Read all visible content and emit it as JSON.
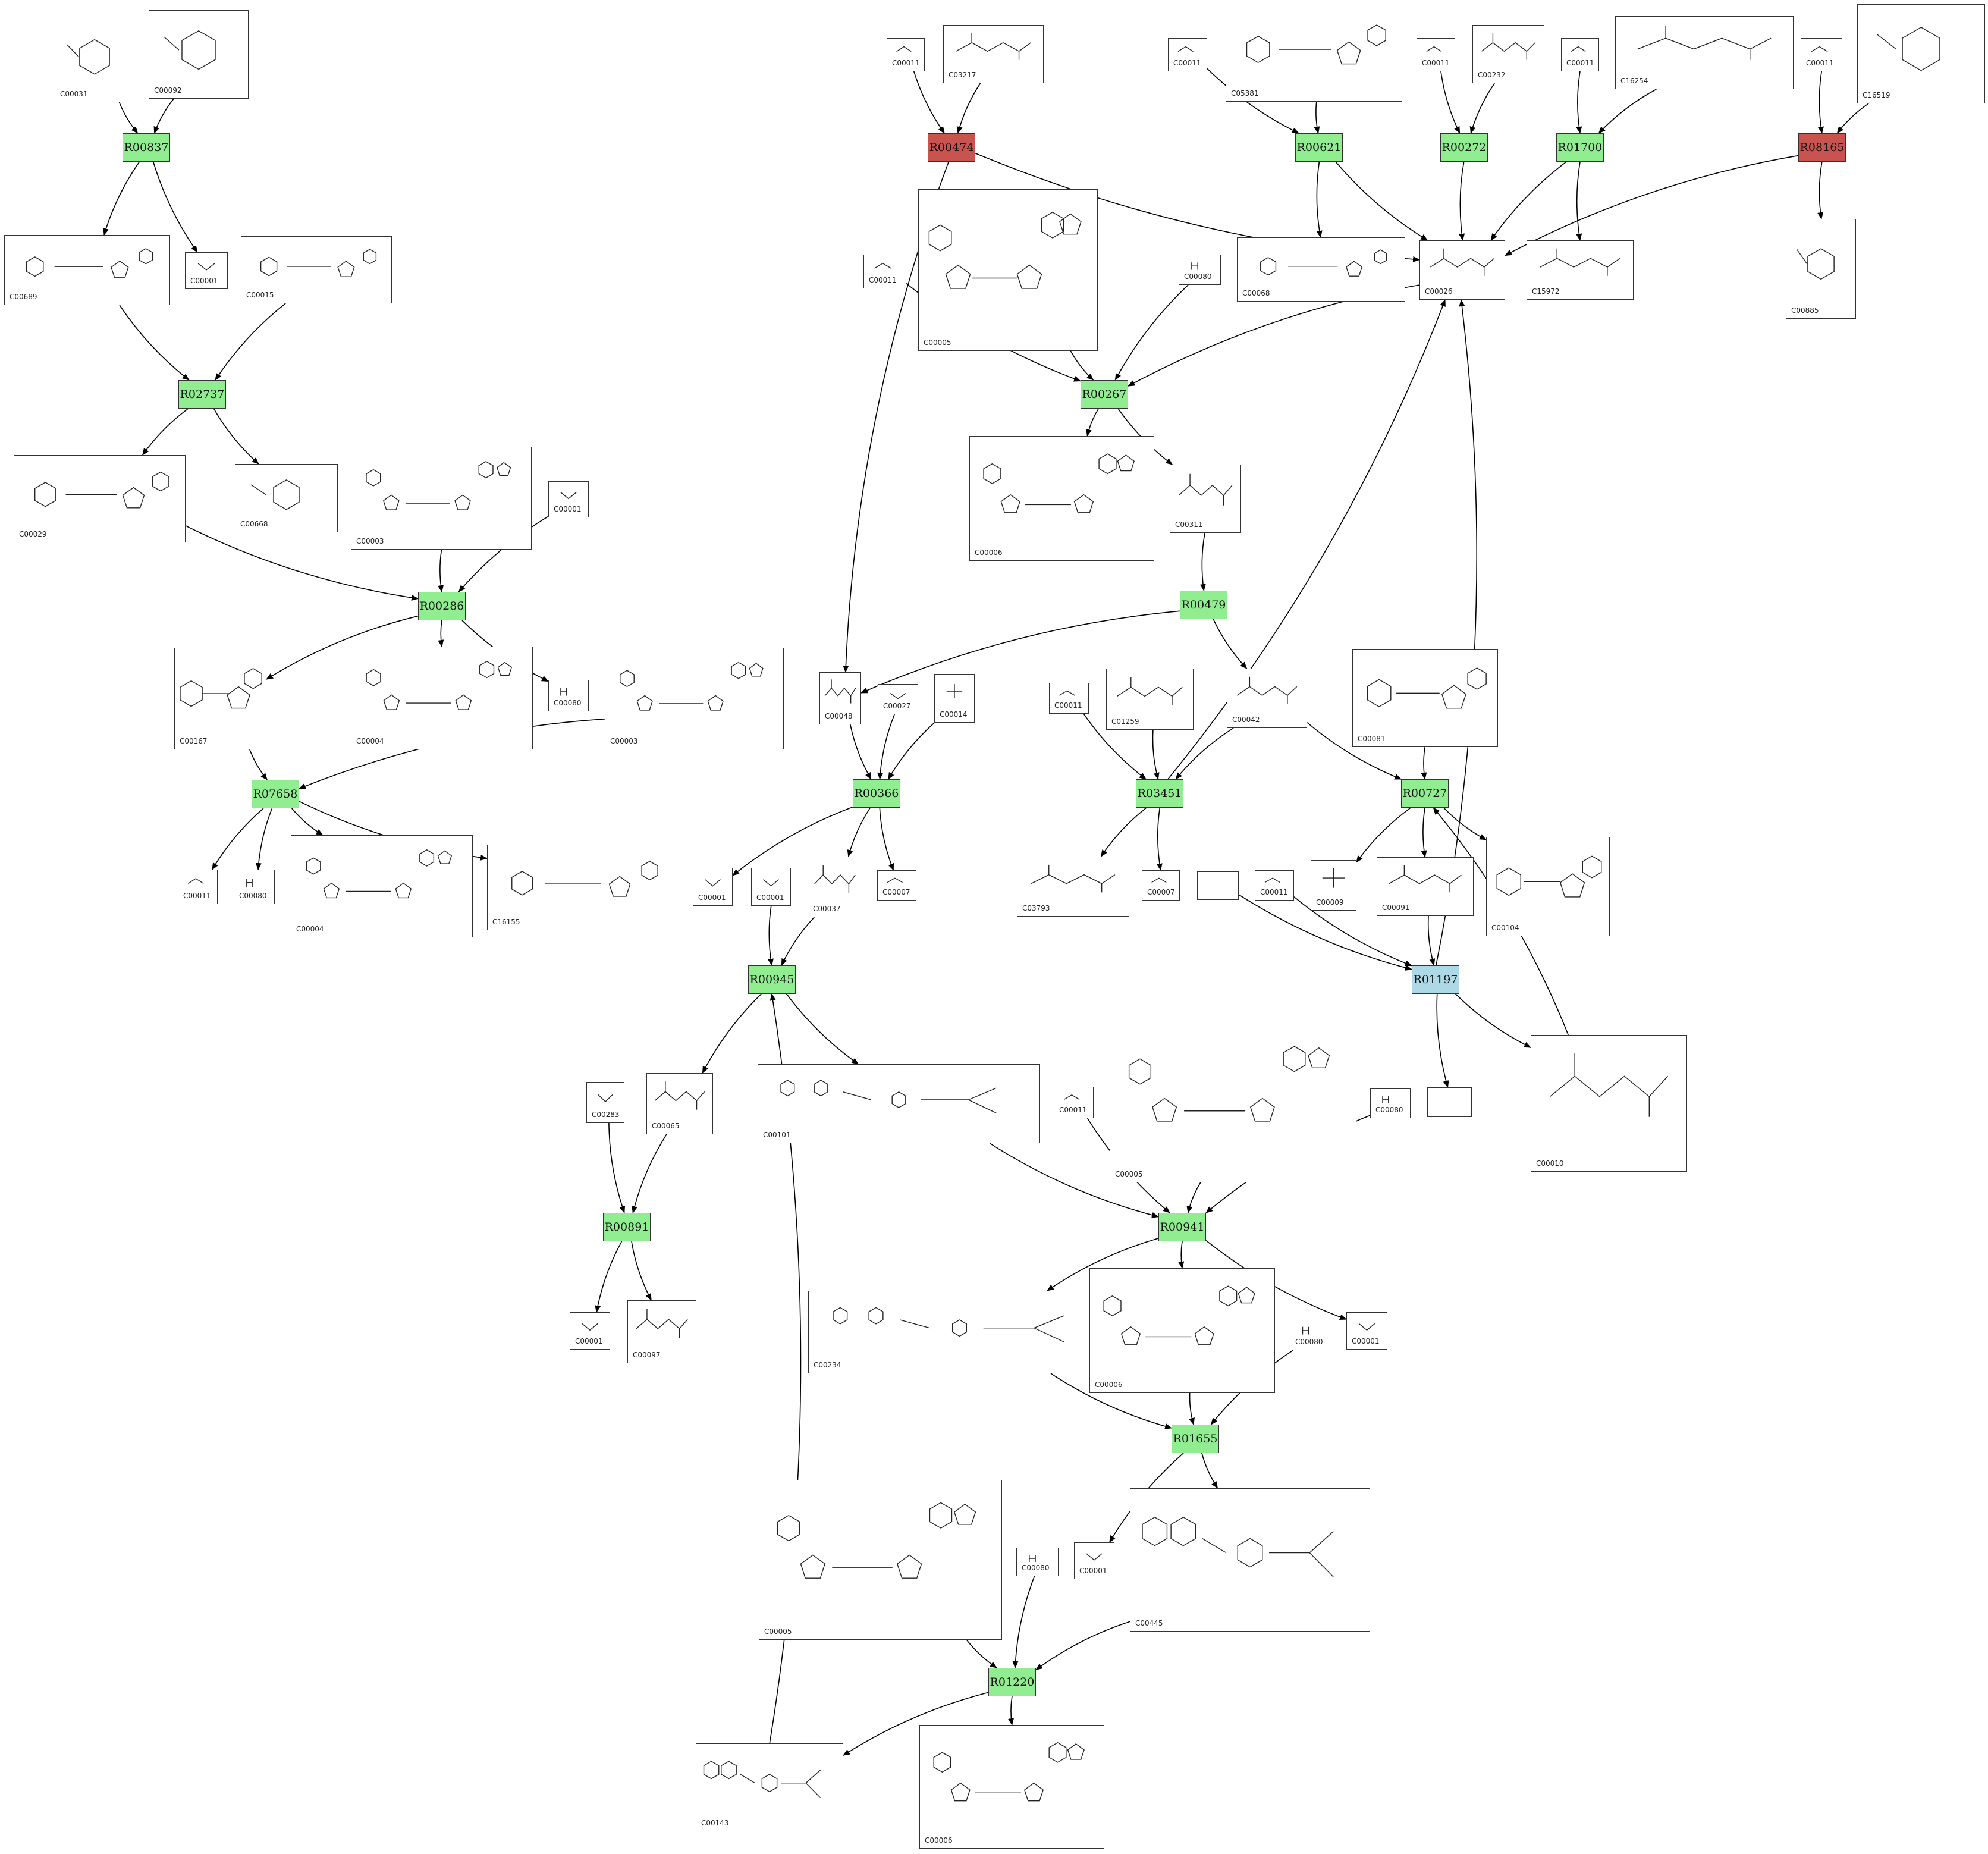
{
  "colors": {
    "reaction_green": "#90EE90",
    "reaction_red": "#C8534F",
    "reaction_blue": "#ADD8E6",
    "edge": "#000000",
    "border": "#333333"
  },
  "reactions": [
    {
      "id": "R00837",
      "label": "R00837",
      "status": "green"
    },
    {
      "id": "R02737",
      "label": "R02737",
      "status": "green"
    },
    {
      "id": "R00286",
      "label": "R00286",
      "status": "green"
    },
    {
      "id": "R07658",
      "label": "R07658",
      "status": "green"
    },
    {
      "id": "R00474",
      "label": "R00474",
      "status": "red"
    },
    {
      "id": "R00621",
      "label": "R00621",
      "status": "green"
    },
    {
      "id": "R00272",
      "label": "R00272",
      "status": "green"
    },
    {
      "id": "R01700",
      "label": "R01700",
      "status": "green"
    },
    {
      "id": "R08165",
      "label": "R08165",
      "status": "red"
    },
    {
      "id": "R00267",
      "label": "R00267",
      "status": "green"
    },
    {
      "id": "R00479",
      "label": "R00479",
      "status": "green"
    },
    {
      "id": "R00366",
      "label": "R00366",
      "status": "green"
    },
    {
      "id": "R03451",
      "label": "R03451",
      "status": "green"
    },
    {
      "id": "R00727",
      "label": "R00727",
      "status": "green"
    },
    {
      "id": "R01197",
      "label": "R01197",
      "status": "blue"
    },
    {
      "id": "R00945",
      "label": "R00945",
      "status": "green"
    },
    {
      "id": "R00891",
      "label": "R00891",
      "status": "green"
    },
    {
      "id": "R00941",
      "label": "R00941",
      "status": "green"
    },
    {
      "id": "R01655",
      "label": "R01655",
      "status": "green"
    },
    {
      "id": "R01220",
      "label": "R01220",
      "status": "green"
    }
  ],
  "compounds": [
    {
      "id": "c31",
      "label": "C00031",
      "struct": "sugar"
    },
    {
      "id": "c92",
      "label": "C00092",
      "struct": "sugarP"
    },
    {
      "id": "c689",
      "label": "C00689",
      "struct": "disaccharideP"
    },
    {
      "id": "c1a",
      "label": "C00001",
      "struct": "water"
    },
    {
      "id": "c15",
      "label": "C00015",
      "struct": "nucleotide"
    },
    {
      "id": "c29",
      "label": "C00029",
      "struct": "nucleotide"
    },
    {
      "id": "c668",
      "label": "C00668",
      "struct": "sugarP"
    },
    {
      "id": "c3a",
      "label": "C00003",
      "struct": "nad"
    },
    {
      "id": "c1b",
      "label": "C00001",
      "struct": "water"
    },
    {
      "id": "c167",
      "label": "C00167",
      "struct": "nucleotide"
    },
    {
      "id": "c4a",
      "label": "C00004",
      "struct": "nad"
    },
    {
      "id": "c80a",
      "label": "C00080",
      "struct": "proton"
    },
    {
      "id": "c3b",
      "label": "C00003",
      "struct": "nad"
    },
    {
      "id": "c11a",
      "label": "C00011",
      "struct": "co2"
    },
    {
      "id": "c80b",
      "label": "C00080",
      "struct": "proton"
    },
    {
      "id": "c4b",
      "label": "C00004",
      "struct": "nad"
    },
    {
      "id": "c16155",
      "label": "C16155",
      "struct": "nucleotide"
    },
    {
      "id": "c11b",
      "label": "C00011",
      "struct": "co2"
    },
    {
      "id": "c3217",
      "label": "C03217",
      "struct": "acid"
    },
    {
      "id": "c11c",
      "label": "C00011",
      "struct": "co2"
    },
    {
      "id": "c5381",
      "label": "C05381",
      "struct": "thiamine"
    },
    {
      "id": "c11d",
      "label": "C00011",
      "struct": "co2"
    },
    {
      "id": "c232",
      "label": "C00232",
      "struct": "acid"
    },
    {
      "id": "c11e",
      "label": "C00011",
      "struct": "co2"
    },
    {
      "id": "c16254",
      "label": "C16254",
      "struct": "chain"
    },
    {
      "id": "c11f",
      "label": "C00011",
      "struct": "co2"
    },
    {
      "id": "c16519",
      "label": "C16519",
      "struct": "ring"
    },
    {
      "id": "c68",
      "label": "C00068",
      "struct": "thiamine"
    },
    {
      "id": "c26",
      "label": "C00026",
      "struct": "acid"
    },
    {
      "id": "c15972",
      "label": "C15972",
      "struct": "chain"
    },
    {
      "id": "c885",
      "label": "C00885",
      "struct": "ring"
    },
    {
      "id": "c11g",
      "label": "C00011",
      "struct": "co2"
    },
    {
      "id": "c5a",
      "label": "C00005",
      "struct": "nad"
    },
    {
      "id": "c80c",
      "label": "C00080",
      "struct": "proton"
    },
    {
      "id": "c6a",
      "label": "C00006",
      "struct": "nad"
    },
    {
      "id": "c311",
      "label": "C00311",
      "struct": "acid"
    },
    {
      "id": "c48",
      "label": "C00048",
      "struct": "small"
    },
    {
      "id": "c27",
      "label": "C00027",
      "struct": "peroxide"
    },
    {
      "id": "c14",
      "label": "C00014",
      "struct": "ammonia"
    },
    {
      "id": "c11h",
      "label": "C00011",
      "struct": "co2"
    },
    {
      "id": "c1259",
      "label": "C01259",
      "struct": "acid"
    },
    {
      "id": "c42",
      "label": "C00042",
      "struct": "acid"
    },
    {
      "id": "c81",
      "label": "C00081",
      "struct": "nucleotide"
    },
    {
      "id": "c1c",
      "label": "C00001",
      "struct": "water"
    },
    {
      "id": "c1d",
      "label": "C00001",
      "struct": "water"
    },
    {
      "id": "c37",
      "label": "C00037",
      "struct": "small"
    },
    {
      "id": "c7a",
      "label": "C00007",
      "struct": "oxygen"
    },
    {
      "id": "c3793",
      "label": "C03793",
      "struct": "chain"
    },
    {
      "id": "c7b",
      "label": "C00007",
      "struct": "oxygen"
    },
    {
      "id": "empty1",
      "label": "",
      "struct": "none"
    },
    {
      "id": "c11i",
      "label": "C00011",
      "struct": "co2"
    },
    {
      "id": "c9",
      "label": "C00009",
      "struct": "phosphate"
    },
    {
      "id": "c91",
      "label": "C00091",
      "struct": "coa"
    },
    {
      "id": "c104",
      "label": "C00104",
      "struct": "nucleotide"
    },
    {
      "id": "c101",
      "label": "C00101",
      "struct": "folate"
    },
    {
      "id": "c283",
      "label": "C00283",
      "struct": "h2s"
    },
    {
      "id": "c65",
      "label": "C00065",
      "struct": "small"
    },
    {
      "id": "c5b",
      "label": "C00005",
      "struct": "nad"
    },
    {
      "id": "c11j",
      "label": "C00011",
      "struct": "co2"
    },
    {
      "id": "c80d",
      "label": "C00080",
      "struct": "proton"
    },
    {
      "id": "empty2",
      "label": "",
      "struct": "none"
    },
    {
      "id": "c10",
      "label": "C00010",
      "struct": "coa"
    },
    {
      "id": "c1e",
      "label": "C00001",
      "struct": "water"
    },
    {
      "id": "c97",
      "label": "C00097",
      "struct": "small"
    },
    {
      "id": "c234",
      "label": "C00234",
      "struct": "folate"
    },
    {
      "id": "c6b",
      "label": "C00006",
      "struct": "nad"
    },
    {
      "id": "c80e",
      "label": "C00080",
      "struct": "proton"
    },
    {
      "id": "c1f",
      "label": "C00001",
      "struct": "water"
    },
    {
      "id": "c5c",
      "label": "C00005",
      "struct": "nad"
    },
    {
      "id": "c80f",
      "label": "C00080",
      "struct": "proton"
    },
    {
      "id": "c1g",
      "label": "C00001",
      "struct": "water"
    },
    {
      "id": "c445",
      "label": "C00445",
      "struct": "folate"
    },
    {
      "id": "c143",
      "label": "C00143",
      "struct": "folate"
    },
    {
      "id": "c6c",
      "label": "C00006",
      "struct": "nad"
    }
  ],
  "edges": [
    [
      "c31",
      "R00837"
    ],
    [
      "c92",
      "R00837"
    ],
    [
      "R00837",
      "c689"
    ],
    [
      "R00837",
      "c1a"
    ],
    [
      "c689",
      "R02737"
    ],
    [
      "c15",
      "R02737"
    ],
    [
      "R02737",
      "c29"
    ],
    [
      "R02737",
      "c668"
    ],
    [
      "c29",
      "R00286"
    ],
    [
      "c3a",
      "R00286"
    ],
    [
      "c1b",
      "R00286"
    ],
    [
      "R00286",
      "c167"
    ],
    [
      "R00286",
      "c4a"
    ],
    [
      "R00286",
      "c80a"
    ],
    [
      "c167",
      "R07658"
    ],
    [
      "c3b",
      "R07658"
    ],
    [
      "R07658",
      "c11a"
    ],
    [
      "R07658",
      "c80b"
    ],
    [
      "R07658",
      "c4b"
    ],
    [
      "R07658",
      "c16155"
    ],
    [
      "c11b",
      "R00474"
    ],
    [
      "c3217",
      "R00474"
    ],
    [
      "R00474",
      "c26"
    ],
    [
      "R00474",
      "c48"
    ],
    [
      "c11c",
      "R00621"
    ],
    [
      "c5381",
      "R00621"
    ],
    [
      "R00621",
      "c68"
    ],
    [
      "R00621",
      "c26"
    ],
    [
      "c11d",
      "R00272"
    ],
    [
      "c232",
      "R00272"
    ],
    [
      "R00272",
      "c26"
    ],
    [
      "c11e",
      "R01700"
    ],
    [
      "c16254",
      "R01700"
    ],
    [
      "R01700",
      "c26"
    ],
    [
      "R01700",
      "c15972"
    ],
    [
      "c11f",
      "R08165"
    ],
    [
      "c16519",
      "R08165"
    ],
    [
      "R08165",
      "c26"
    ],
    [
      "R08165",
      "c885"
    ],
    [
      "c11g",
      "R00267"
    ],
    [
      "c5a",
      "R00267"
    ],
    [
      "c80c",
      "R00267"
    ],
    [
      "c26",
      "R00267"
    ],
    [
      "R00267",
      "c6a"
    ],
    [
      "R00267",
      "c311"
    ],
    [
      "c311",
      "R00479"
    ],
    [
      "R00479",
      "c48"
    ],
    [
      "R00479",
      "c42"
    ],
    [
      "c48",
      "R00366"
    ],
    [
      "c27",
      "R00366"
    ],
    [
      "c14",
      "R00366"
    ],
    [
      "R00366",
      "c1c"
    ],
    [
      "R00366",
      "c37"
    ],
    [
      "R00366",
      "c7a"
    ],
    [
      "c11h",
      "R03451"
    ],
    [
      "c1259",
      "R03451"
    ],
    [
      "c42",
      "R03451"
    ],
    [
      "R03451",
      "c26"
    ],
    [
      "R03451",
      "c3793"
    ],
    [
      "R03451",
      "c7b"
    ],
    [
      "c42",
      "R00727"
    ],
    [
      "c81",
      "R00727"
    ],
    [
      "R00727",
      "c9"
    ],
    [
      "R00727",
      "c91"
    ],
    [
      "R00727",
      "c104"
    ],
    [
      "empty1",
      "R01197"
    ],
    [
      "c11i",
      "R01197"
    ],
    [
      "c91",
      "R01197"
    ],
    [
      "R01197",
      "c26"
    ],
    [
      "R01197",
      "empty2"
    ],
    [
      "R01197",
      "c10"
    ],
    [
      "c10",
      "R00727"
    ],
    [
      "c1d",
      "R00945"
    ],
    [
      "c37",
      "R00945"
    ],
    [
      "c143",
      "R00945"
    ],
    [
      "R00945",
      "c65"
    ],
    [
      "R00945",
      "c101"
    ],
    [
      "c283",
      "R00891"
    ],
    [
      "c65",
      "R00891"
    ],
    [
      "R00891",
      "c1e"
    ],
    [
      "R00891",
      "c97"
    ],
    [
      "c101",
      "R00941"
    ],
    [
      "c11j",
      "R00941"
    ],
    [
      "c5b",
      "R00941"
    ],
    [
      "c80d",
      "R00941"
    ],
    [
      "R00941",
      "c234"
    ],
    [
      "R00941",
      "c6b"
    ],
    [
      "R00941",
      "c1f"
    ],
    [
      "c234",
      "R01655"
    ],
    [
      "c6b",
      "R01655"
    ],
    [
      "c80e",
      "R01655"
    ],
    [
      "R01655",
      "c1g"
    ],
    [
      "R01655",
      "c445"
    ],
    [
      "c5c",
      "R01220"
    ],
    [
      "c80f",
      "R01220"
    ],
    [
      "c445",
      "R01220"
    ],
    [
      "R01220",
      "c143"
    ],
    [
      "R01220",
      "c6c"
    ]
  ]
}
